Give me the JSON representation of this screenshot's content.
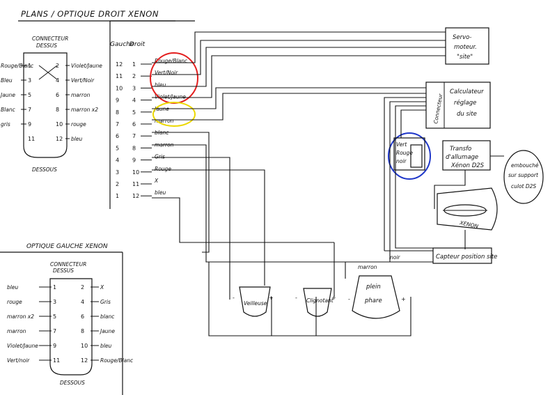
{
  "title": "PLANS / OPTIQUE DROIT XENON",
  "right_connector": {
    "top_label": "CONNECTEUR",
    "top_label_2": "DESSUS",
    "bottom_label": "DESSOUS",
    "rows": [
      {
        "left": "Rouge/Blanc",
        "lpin": "1",
        "rpin": "2",
        "right": "Violet/Jaune"
      },
      {
        "left": "Bleu",
        "lpin": "3",
        "rpin": "4",
        "right": "Vert/Noir"
      },
      {
        "left": "Jaune",
        "lpin": "5",
        "rpin": "6",
        "right": "marron"
      },
      {
        "left": "Blanc",
        "lpin": "7",
        "rpin": "8",
        "right": "marron x2"
      },
      {
        "left": "gris",
        "lpin": "9",
        "rpin": "10",
        "right": "rouge"
      },
      {
        "left": "",
        "lpin": "11",
        "rpin": "12",
        "right": "bleu"
      }
    ]
  },
  "pin_table": {
    "gauche_header": "Gauche",
    "droit_header": "Droit",
    "rows": [
      {
        "gauche": "12",
        "droit": "1",
        "color": "Rouge/Blanc"
      },
      {
        "gauche": "11",
        "droit": "2",
        "color": "Vert/Noir"
      },
      {
        "gauche": "10",
        "droit": "3",
        "color": "bleu"
      },
      {
        "gauche": "9",
        "droit": "4",
        "color": "Violet/Jaune"
      },
      {
        "gauche": "8",
        "droit": "5",
        "color": "Jaune"
      },
      {
        "gauche": "7",
        "droit": "6",
        "color": "marron"
      },
      {
        "gauche": "6",
        "droit": "7",
        "color": "blanc"
      },
      {
        "gauche": "5",
        "droit": "8",
        "color": "marron"
      },
      {
        "gauche": "4",
        "droit": "9",
        "color": "Gris"
      },
      {
        "gauche": "3",
        "droit": "10",
        "color": "Rouge"
      },
      {
        "gauche": "2",
        "droit": "11",
        "color": "X"
      },
      {
        "gauche": "1",
        "droit": "12",
        "color": "bleu"
      }
    ]
  },
  "components": {
    "servo": {
      "line1": "Servo-",
      "line2": "moteur.",
      "line3": "\"site\""
    },
    "calculateur": {
      "connector": "Connecteur",
      "line1": "Calculateur",
      "line2": "réglage",
      "line3": "du site"
    },
    "site_connector": {
      "wire1": "Vert",
      "wire2": "Rouge",
      "wire3": "noir"
    },
    "transfo": {
      "line1": "Transfo",
      "line2": "d'allumage",
      "line3": "Xénon D2S"
    },
    "ampoule": {
      "line1": "embouché",
      "line2": "sur support",
      "line3": "culot D2S"
    },
    "xenon": {
      "label": "XENON"
    },
    "capteur": {
      "label": "Capteur position site"
    },
    "veilleuse": {
      "label": "Veilleuse",
      "minus": "-",
      "plus": "+"
    },
    "clignotant": {
      "label": "Clignotant",
      "minus": "-",
      "plus": "+"
    },
    "phare": {
      "line1": "plein",
      "line2": "phare",
      "minus": "-",
      "plus": "+"
    }
  },
  "wires": {
    "noir_label": "noir",
    "marron_label": "marron"
  },
  "left_headlight": {
    "title": "OPTIQUE GAUCHE XENON",
    "top_label": "CONNECTEUR",
    "top_label_2": "DESSUS",
    "bottom_label": "DESSOUS",
    "rows": [
      {
        "left": "bleu",
        "lpin": "1",
        "rpin": "2",
        "right": "X"
      },
      {
        "left": "rouge",
        "lpin": "3",
        "rpin": "4",
        "right": "Gris"
      },
      {
        "left": "marron x2",
        "lpin": "5",
        "rpin": "6",
        "right": "blanc"
      },
      {
        "left": "marron",
        "lpin": "7",
        "rpin": "8",
        "right": "Jaune"
      },
      {
        "left": "Violet/Jaune",
        "lpin": "9",
        "rpin": "10",
        "right": "bleu"
      },
      {
        "left": "Vert/noir",
        "lpin": "11",
        "rpin": "12",
        "right": "Rouge/Blanc"
      }
    ]
  }
}
